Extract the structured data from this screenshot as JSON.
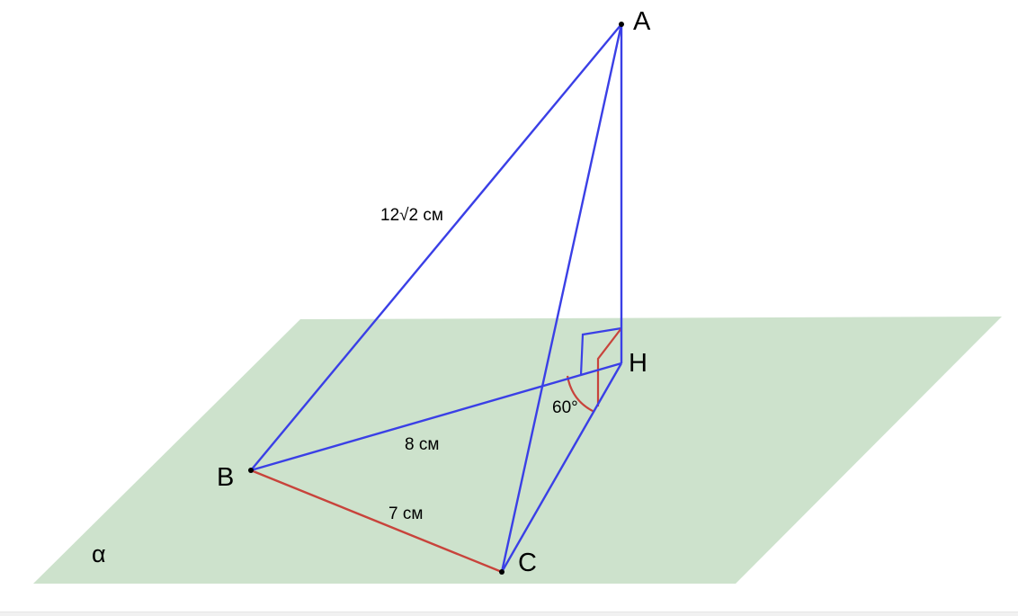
{
  "colors": {
    "plane_fill": "#cde2cc",
    "edge_blue": "#3a3fe6",
    "edge_red": "#c8433b",
    "point": "#000000",
    "text": "#000000"
  },
  "plane": {
    "label": "α"
  },
  "points": {
    "A": {
      "label": "A"
    },
    "B": {
      "label": "B"
    },
    "C": {
      "label": "C"
    },
    "H": {
      "label": "H"
    }
  },
  "measures": {
    "AB": "12√2 см",
    "BH": "8 см",
    "BC": "7 см",
    "angle": "60°"
  }
}
